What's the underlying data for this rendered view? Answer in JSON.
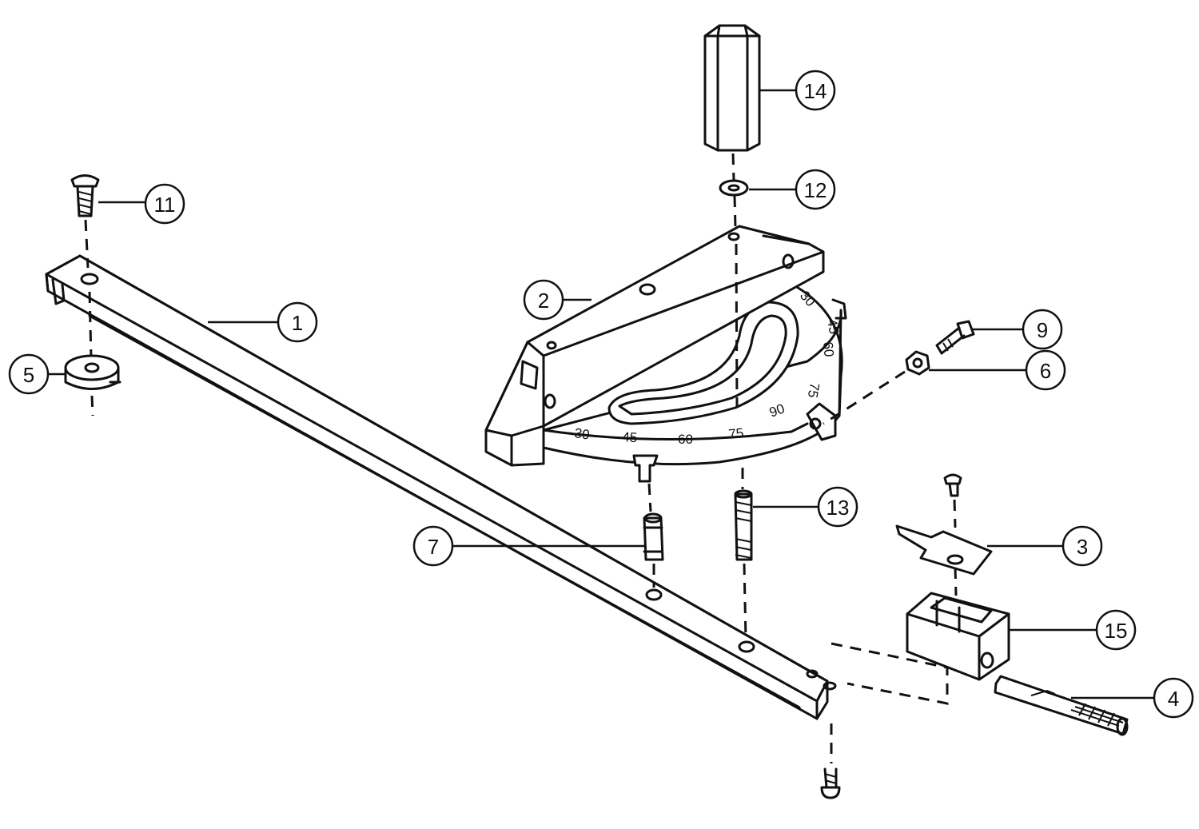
{
  "callouts": [
    {
      "id": "1",
      "label": "1"
    },
    {
      "id": "2",
      "label": "2"
    },
    {
      "id": "3",
      "label": "3"
    },
    {
      "id": "4",
      "label": "4"
    },
    {
      "id": "5",
      "label": "5"
    },
    {
      "id": "6",
      "label": "6"
    },
    {
      "id": "7",
      "label": "7"
    },
    {
      "id": "9",
      "label": "9"
    },
    {
      "id": "11",
      "label": "11"
    },
    {
      "id": "12",
      "label": "12"
    },
    {
      "id": "13",
      "label": "13"
    },
    {
      "id": "14",
      "label": "14"
    },
    {
      "id": "15",
      "label": "15"
    }
  ],
  "scale_marks_front": [
    "30",
    "45",
    "60",
    "75",
    "90"
  ],
  "scale_marks_side": [
    "30",
    "45",
    "60",
    "75"
  ]
}
